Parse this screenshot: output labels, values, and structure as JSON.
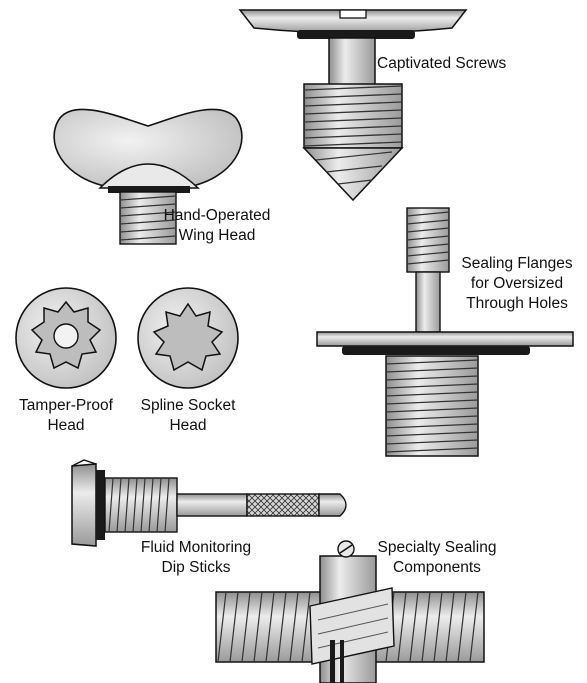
{
  "labels": {
    "captivated": "Captivated Screws",
    "wing_1": "Hand-Operated",
    "wing_2": "Wing Head",
    "sealing_flange_1": "Sealing Flanges",
    "sealing_flange_2": "for Oversized",
    "sealing_flange_3": "Through Holes",
    "tamper_1": "Tamper-Proof",
    "tamper_2": "Head",
    "spline_1": "Spline Socket",
    "spline_2": "Head",
    "fluid_1": "Fluid Monitoring",
    "fluid_2": "Dip Sticks",
    "specialty_1": "Specialty Sealing",
    "specialty_2": "Components"
  },
  "colors": {
    "metal": "#c4c4c4",
    "metal_light": "#e6e6e6",
    "metal_dark": "#8a8a8a",
    "seal": "#1a1a1a",
    "outline": "#111111"
  }
}
